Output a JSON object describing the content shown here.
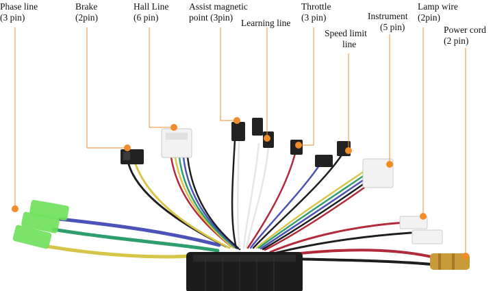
{
  "labels": {
    "phase_line": {
      "line1": "Phase line",
      "line2": "(3 pin)"
    },
    "brake": {
      "line1": "Brake",
      "line2": "(2pin)"
    },
    "hall_line": {
      "line1": "Hall Line",
      "line2": "(6 pin)"
    },
    "assist_magnetic": {
      "line1": "Assist magnetic",
      "line2": "point (3pin)"
    },
    "learning_line": {
      "line1": "Learning line"
    },
    "throttle": {
      "line1": "Throttle",
      "line2": "(3 pin)"
    },
    "speed_limit": {
      "line1": "Speed limit",
      "line2": "line"
    },
    "instrument": {
      "line1": "Instrument",
      "line2": "(5 pin)"
    },
    "lamp_wire": {
      "line1": "Lamp wire",
      "line2": "(2pin)"
    },
    "power_cord": {
      "line1": "Power cord",
      "line2": "(2 pin)"
    }
  },
  "colors": {
    "leader": "#f28c28",
    "marker": "#f28c28",
    "controller": "#1c1c1c",
    "wire_purple": "#4b53b8",
    "wire_green": "#2f9e6e",
    "wire_yellow": "#d7c54a",
    "wire_red": "#b22a3a",
    "wire_black": "#1e1e1e",
    "wire_white": "#e6e6e6",
    "connector_green": "#6ee05a",
    "connector_white": "#f2f2f2",
    "connector_black": "#222222",
    "power_plug": "#c89a3a"
  }
}
